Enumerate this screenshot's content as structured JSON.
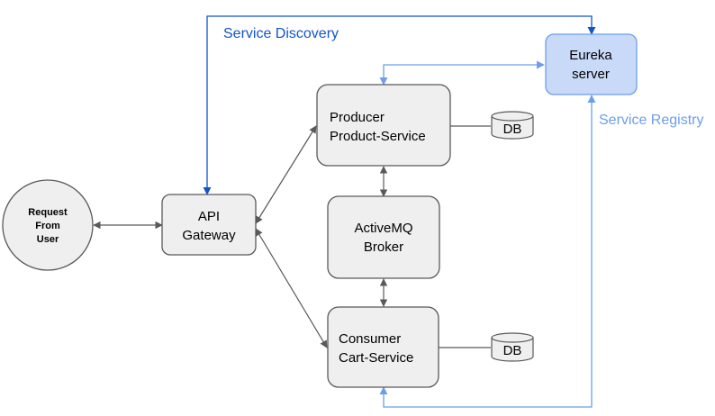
{
  "nodes": {
    "user": {
      "lines": [
        "Request",
        "From",
        "User"
      ]
    },
    "gateway": {
      "lines": [
        "API",
        "Gateway"
      ]
    },
    "producer": {
      "lines": [
        "Producer",
        "Product-Service"
      ]
    },
    "broker": {
      "lines": [
        "ActiveMQ",
        "Broker"
      ]
    },
    "consumer": {
      "lines": [
        "Consumer",
        "Cart-Service"
      ]
    },
    "eureka": {
      "lines": [
        "Eureka",
        "server"
      ]
    },
    "db_producer": {
      "label": "DB"
    },
    "db_consumer": {
      "label": "DB"
    }
  },
  "labels": {
    "service_discovery": "Service Discovery",
    "service_registry": "Service Registry"
  },
  "colors": {
    "box_fill": "#efefef",
    "box_stroke": "#595959",
    "eureka_fill": "#c9daf8",
    "eureka_stroke": "#6d9eeb",
    "discovery_line": "#1155cc",
    "registry_line": "#6d9eeb",
    "arrow_gray": "#595959",
    "text": "#000000"
  }
}
